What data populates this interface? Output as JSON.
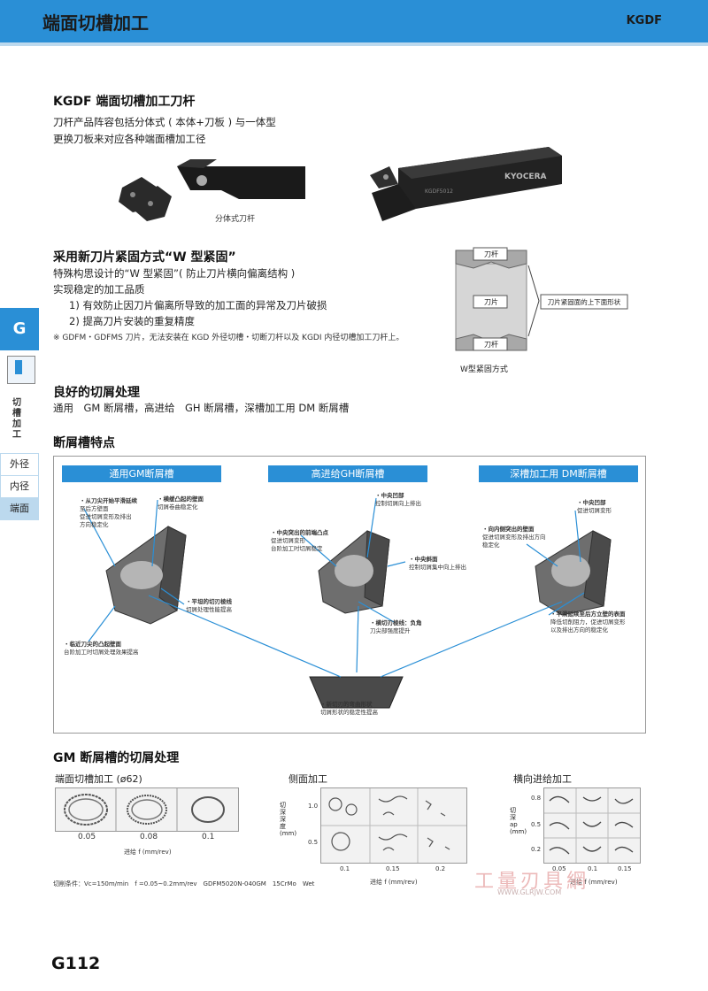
{
  "header": {
    "title": "端面切槽加工",
    "code": "KGDF"
  },
  "section1": {
    "title": "KGDF 端面切槽加工刀杆",
    "line1": "刀杆产品阵容包括分体式 ( 本体+刀板 ) 与一体型",
    "line2": "更换刀板来对应各种端面槽加工径",
    "caption": "分体式刀杆",
    "tool_text1": "KGDF5012",
    "tool_brand": "KYOCERA"
  },
  "section2": {
    "title": "采用新刀片紧固方式“W 型紧固”",
    "line1": "特殊构思设计的“W 型紧固”( 防止刀片横向偏离结构 )",
    "line2": "实现稳定的加工品质",
    "item1": "1) 有效防止因刀片偏离所导致的加工面的异常及刀片破损",
    "item2": "2) 提高刀片安装的重复精度",
    "note": "※ GDFM・GDFMS 刀片，无法安装在 KGD 外径切槽・切断刀杆以及 KGDI 内径切槽加工刀杆上。",
    "diagram": {
      "label_top": "刀杆",
      "label_mid": "刀片",
      "label_bottom": "刀杆",
      "callout": "刀片紧固面的上下面形状",
      "caption": "W型紧固方式"
    }
  },
  "section3": {
    "title": "良好的切屑处理",
    "line1": "通用　GM 断屑槽，高进给　GH 断屑槽，深槽加工用 DM 断屑槽"
  },
  "features": {
    "title": "断屑槽特点",
    "tab1": "通用GM断屑槽",
    "tab2": "高进给GH断屑槽",
    "tab3": "深槽加工用 DM断屑槽",
    "gm": [
      {
        "h": "・从刀尖开始平滑延续",
        "t": "至后方壁面\n促进切屑变形及排出\n方向稳定化"
      },
      {
        "h": "・横缓凸起的壁面",
        "t": "切屑卷曲稳定化"
      },
      {
        "h": "・平坦的切刃棱线",
        "t": "切屑处理性能提高"
      },
      {
        "h": "・临近刀尖的凸起壁面",
        "t": "台阶加工时切屑处理效果提高"
      }
    ],
    "gh": [
      {
        "h": "・中央凹部",
        "t": "控制切屑向上排出"
      },
      {
        "h": "・中央突出的前端凸点",
        "t": "促进切屑变形\n台阶加工时切屑稳定"
      },
      {
        "h": "・中央斜面",
        "t": "控制切屑集中向上排出"
      },
      {
        "h": "・横切刃棱线：负角",
        "t": "刀尖部强度提升"
      }
    ],
    "dm": [
      {
        "h": "・中央凹部",
        "t": "促进切屑变形"
      },
      {
        "h": "・向内侧突出的壁面",
        "t": "促进切屑变形及排出方向\n稳定化"
      },
      {
        "h": "・平滑延续至后方立壁的表面",
        "t": "降低切削阻力，促进切屑变形\n以及排出方向的稳定化"
      }
    ],
    "center": {
      "h": "・新切刃的弯曲形状",
      "t": "切屑形状的稳定性提高"
    }
  },
  "gm_section": {
    "title": "GM 断屑槽的切屑处理",
    "p1": {
      "title": "端面切槽加工 (ø62)",
      "ticks": [
        "0.05",
        "0.08",
        "0.1"
      ],
      "xlabel": "进给 f (mm/rev)",
      "conditions": "切削条件：Vc=150m/min　f =0.05~0.2mm/rev　GDFM5020N-040GM　15CrMo　Wet"
    },
    "p2": {
      "title": "侧面加工",
      "yticks": [
        "1.0",
        "0.5"
      ],
      "xticks": [
        "0.1",
        "0.15",
        "0.2"
      ],
      "ylabel": "切深深度 (mm)",
      "xlabel": "进给 f (mm/rev)"
    },
    "p3": {
      "title": "横向进给加工",
      "yticks": [
        "0.8",
        "0.5",
        "0.2"
      ],
      "xticks": [
        "0.05",
        "0.1",
        "0.15"
      ],
      "ylabel": "切深 ap (mm)",
      "xlabel": "进给 f (mm/rev)"
    },
    "watermark": "工量刃具網",
    "watermark_url": "WWW.GLRJW.COM"
  },
  "sidebar": {
    "g": "G",
    "vertical": "切槽加工",
    "items": [
      "外径",
      "内径",
      "端面"
    ]
  },
  "page_number": "G112"
}
